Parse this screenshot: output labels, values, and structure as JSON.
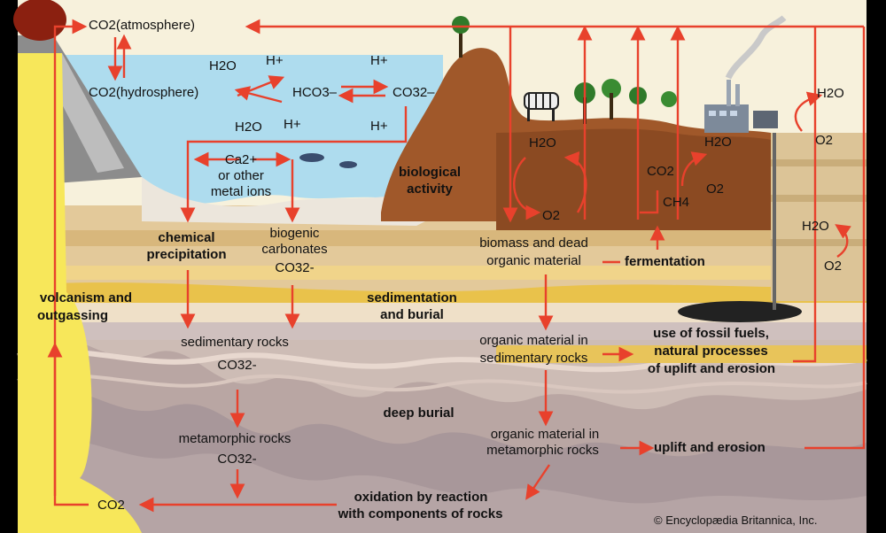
{
  "labels": {
    "co2_atmosphere": "CO2(atmosphere)",
    "co2_hydrosphere": "CO2(hydrosphere)",
    "h2o_top": "H2O",
    "hplus_top": "H+",
    "h2o_low": "H2O",
    "hplus_low": "H+",
    "hco3": "HCO3–",
    "hplus_right_top": "H+",
    "co3_top": "CO32–",
    "hplus_right_low": "H+",
    "metal_ions_1": "Ca2+",
    "metal_ions_2": "or other",
    "metal_ions_3": "metal ions",
    "biological_activity_1": "biological",
    "biological_activity_2": "activity",
    "chemical_precipitation_1": "chemical",
    "chemical_precipitation_2": "precipitation",
    "biogenic_1": "biogenic",
    "biogenic_2": "carbonates",
    "biogenic_3": "CO32-",
    "volcanism_1": "volcanism and",
    "volcanism_2": "outgassing",
    "sedimentation_1": "sedimentation",
    "sedimentation_2": "and burial",
    "sedimentary_rocks": "sedimentary rocks",
    "sedimentary_co3": "CO32-",
    "deep_burial": "deep burial",
    "metamorphic_rocks": "metamorphic rocks",
    "metamorphic_co3": "CO32-",
    "co2_bottom": "CO2",
    "oxidation_1": "oxidation by reaction",
    "oxidation_2": "with components of rocks",
    "h2o_plants": "H2O",
    "o2_plants": "O2",
    "co2_ferment": "CO2",
    "ch4": "CH4",
    "h2o_ferment": "H2O",
    "o2_ferment": "O2",
    "h2o_factory": "H2O",
    "o2_factory": "O2",
    "h2o_right": "H2O",
    "o2_right": "O2",
    "biomass_1": "biomass and dead",
    "biomass_2": "organic material",
    "fermentation": "fermentation",
    "organic_sed_1": "organic material in",
    "organic_sed_2": "sedimentary rocks",
    "fossil_1": "use of fossil fuels,",
    "fossil_2": "natural processes",
    "fossil_3": "of uplift and erosion",
    "organic_meta_1": "organic material in",
    "organic_meta_2": "metamorphic rocks",
    "uplift": "uplift and erosion",
    "credit": "© Encyclopædia Britannica, Inc."
  },
  "colors": {
    "arrow": "#e8412c",
    "sky": "#f7f1dc",
    "water": "#aedcee",
    "sand": "#e8d2a0",
    "magma": "#f7e75a",
    "soil": "#a0582a",
    "rock": "#c9b8b2",
    "frame": "#000000"
  }
}
